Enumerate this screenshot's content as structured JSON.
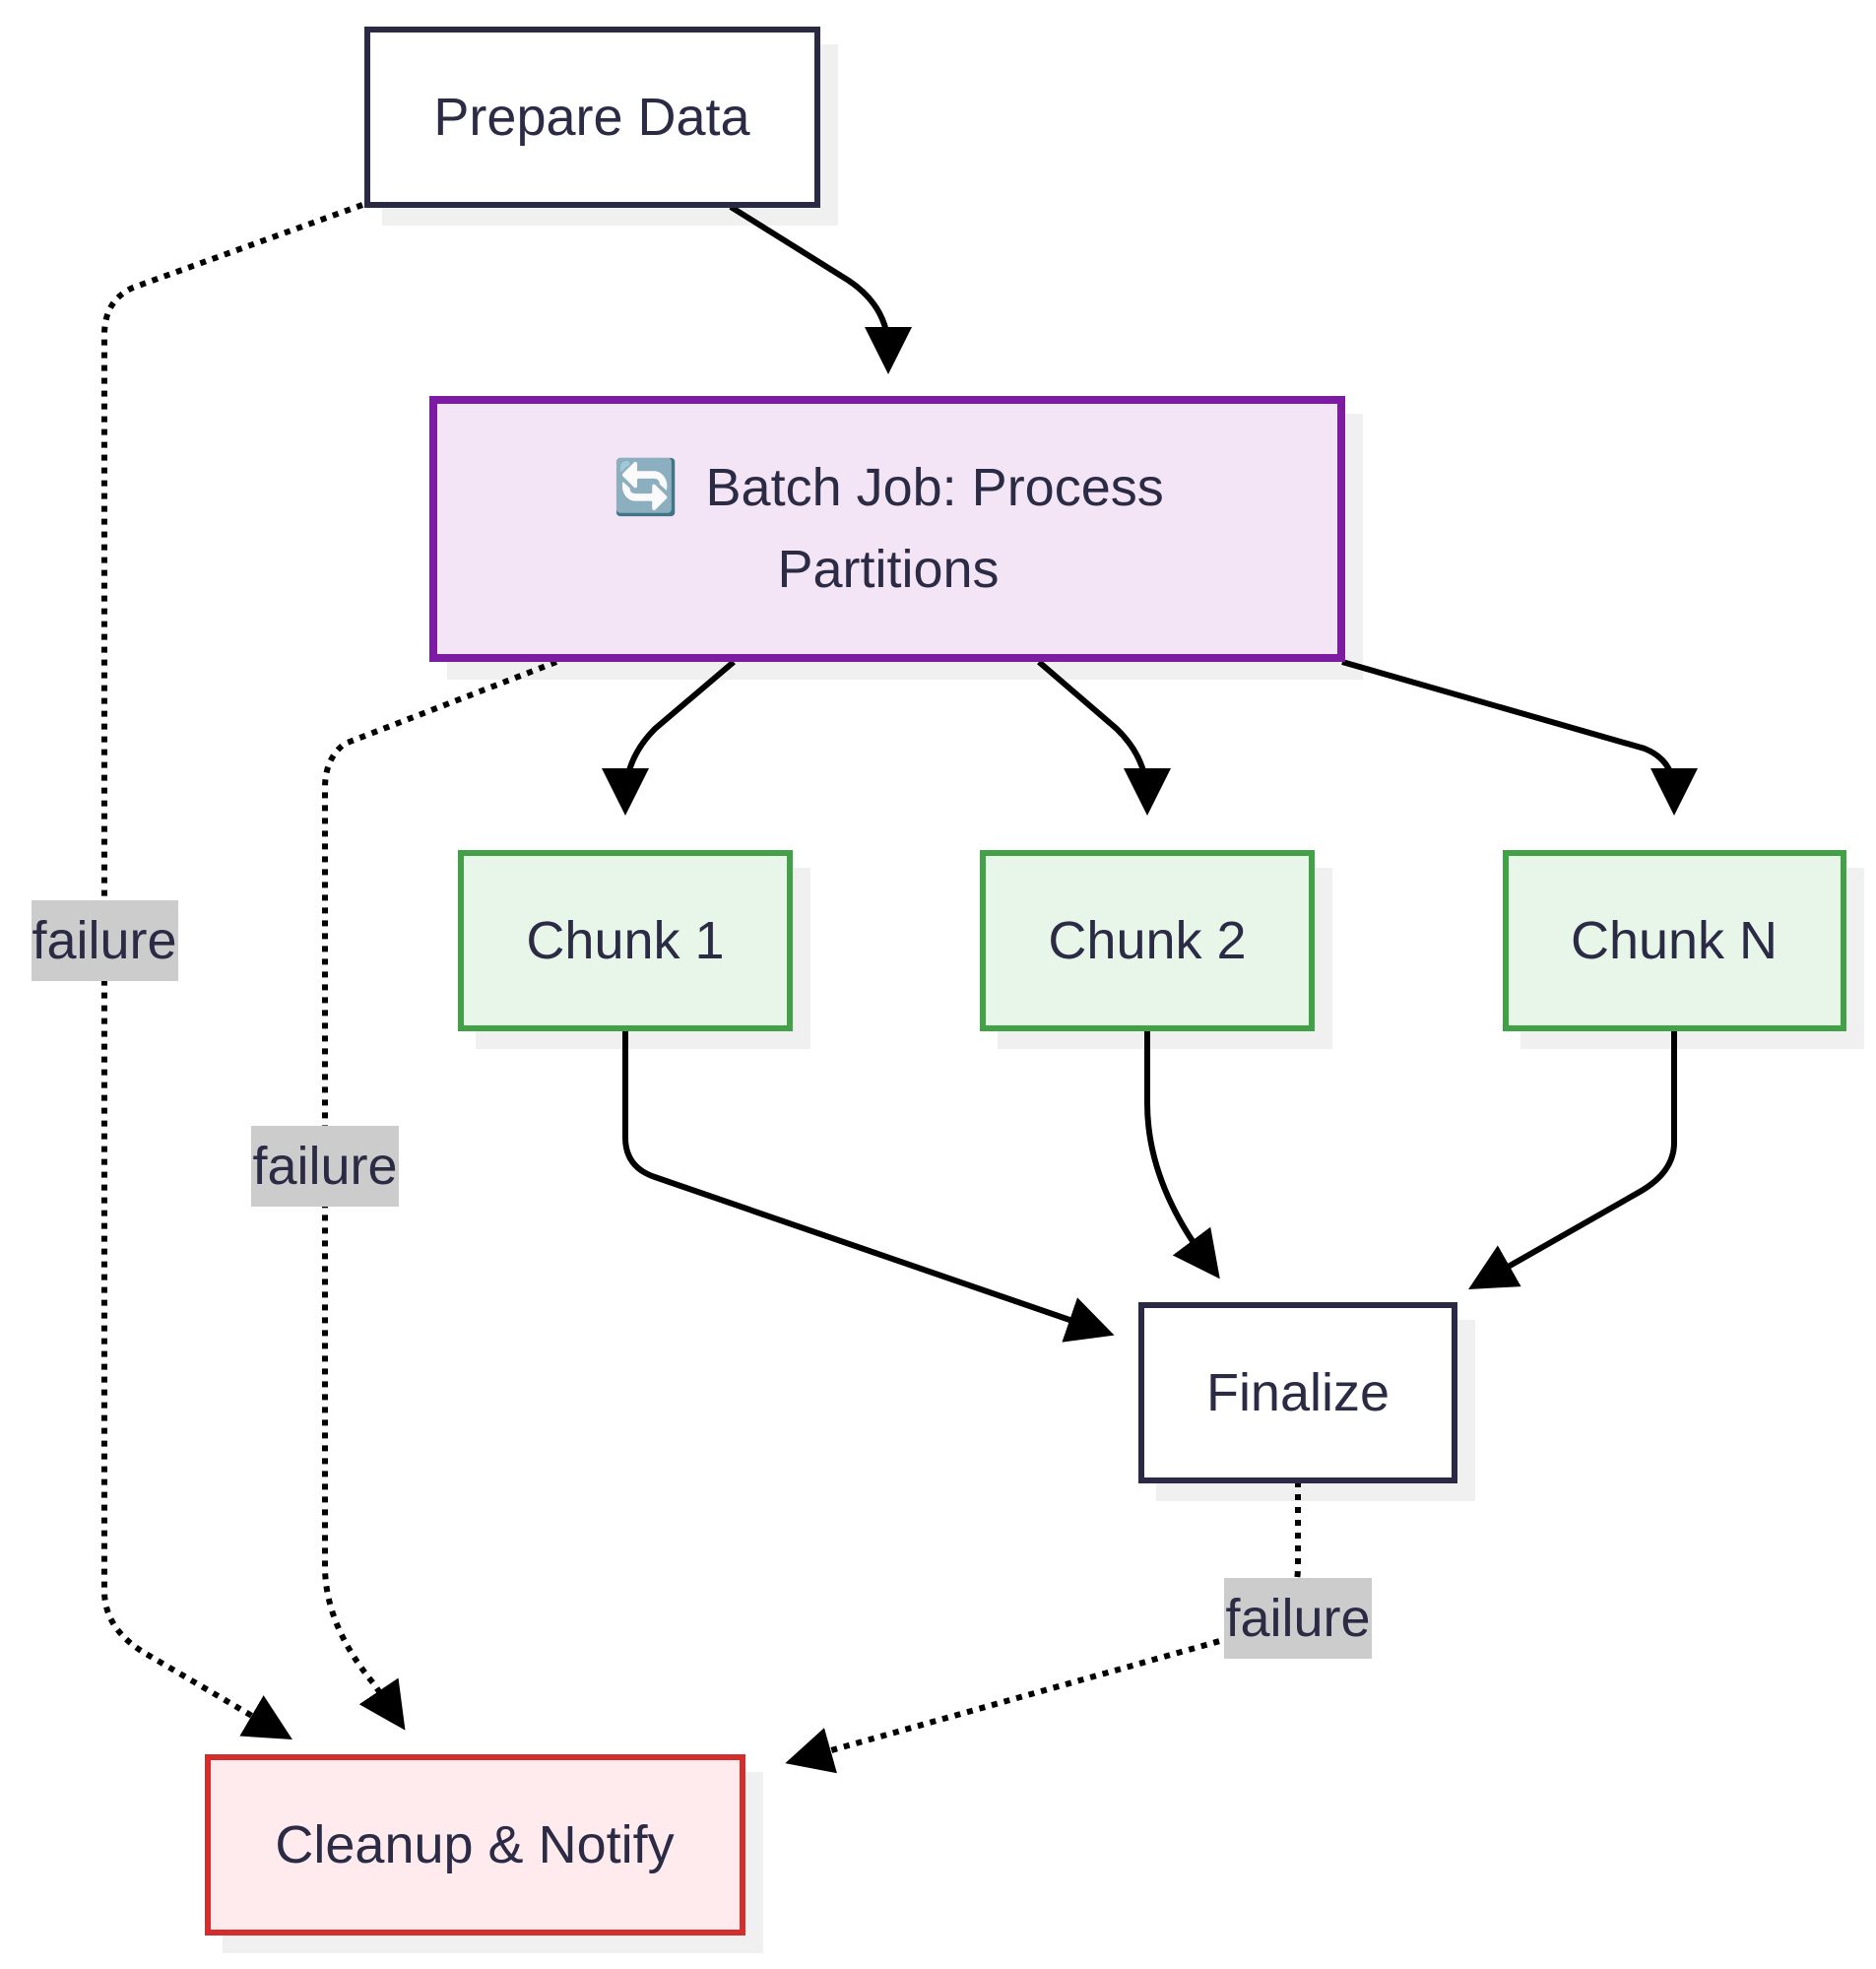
{
  "nodes": {
    "prepare": {
      "label": "Prepare Data"
    },
    "batch": {
      "icon": "🔄",
      "label_line1": "Batch Job: Process",
      "label_line2": "Partitions"
    },
    "chunk1": {
      "label": "Chunk 1"
    },
    "chunk2": {
      "label": "Chunk 2"
    },
    "chunkN": {
      "label": "Chunk N"
    },
    "finalize": {
      "label": "Finalize"
    },
    "cleanup": {
      "label": "Cleanup & Notify"
    }
  },
  "edge_labels": {
    "prepare_failure": "failure",
    "batch_failure": "failure",
    "finalize_failure": "failure"
  },
  "colors": {
    "default_stroke": "#2b2b45",
    "default_fill": "#ffffff",
    "batch_stroke": "#7b1fa2",
    "batch_fill": "#f3e5f5",
    "chunk_stroke": "#43a047",
    "chunk_fill": "#e8f5e9",
    "cleanup_stroke": "#d32f2f",
    "cleanup_fill": "#ffebee",
    "edge_label_bg": "#cccccc"
  }
}
